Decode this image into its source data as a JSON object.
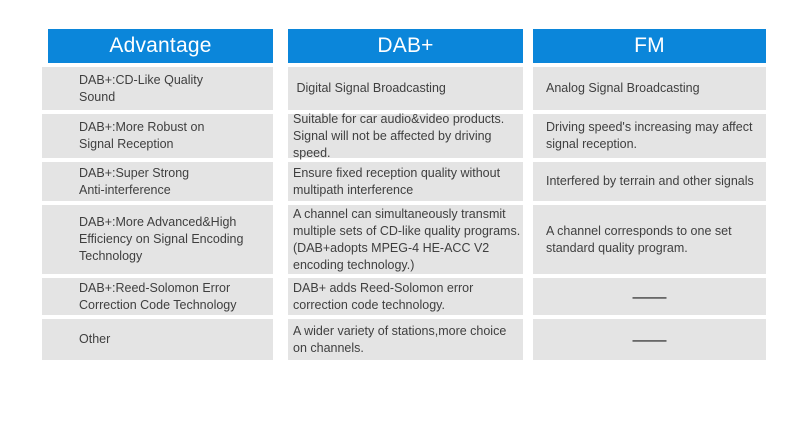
{
  "table": {
    "columns": [
      {
        "header": "Advantage",
        "rows": [
          "DAB+:CD-Like Quality\nSound",
          "DAB+:More Robust on\nSignal Reception",
          "DAB+:Super Strong\nAnti-interference",
          "DAB+:More Advanced&High\nEfficiency on Signal Encoding\nTechnology",
          "DAB+:Reed-Solomon Error\nCorrection Code Technology",
          "Other"
        ]
      },
      {
        "header": "DAB+",
        "rows": [
          " Digital Signal Broadcasting",
          "Suitable for car audio&video products.\nSignal will not be affected by driving\nspeed.",
          "Ensure fixed reception quality without\nmultipath interference",
          "A channel can simultaneously transmit\nmultiple sets of CD-like quality programs.\n(DAB+adopts MPEG-4 HE-ACC V2\nencoding technology.)",
          "DAB+ adds Reed-Solomon error\ncorrection code technology.",
          "A wider variety of stations,more choice\non channels."
        ]
      },
      {
        "header": "FM",
        "rows": [
          "Analog Signal Broadcasting",
          "Driving speed's increasing may affect\nsignal reception.",
          "Interfered by terrain and other signals",
          "A channel corresponds to one set\nstandard quality program.",
          "——",
          "——"
        ]
      }
    ]
  },
  "colors": {
    "header_bg": "#0b86da",
    "header_text": "#ffffff",
    "cell_bg": "#e4e4e4",
    "cell_text": "#3f3f3f",
    "dash": "#1d1d1d"
  }
}
